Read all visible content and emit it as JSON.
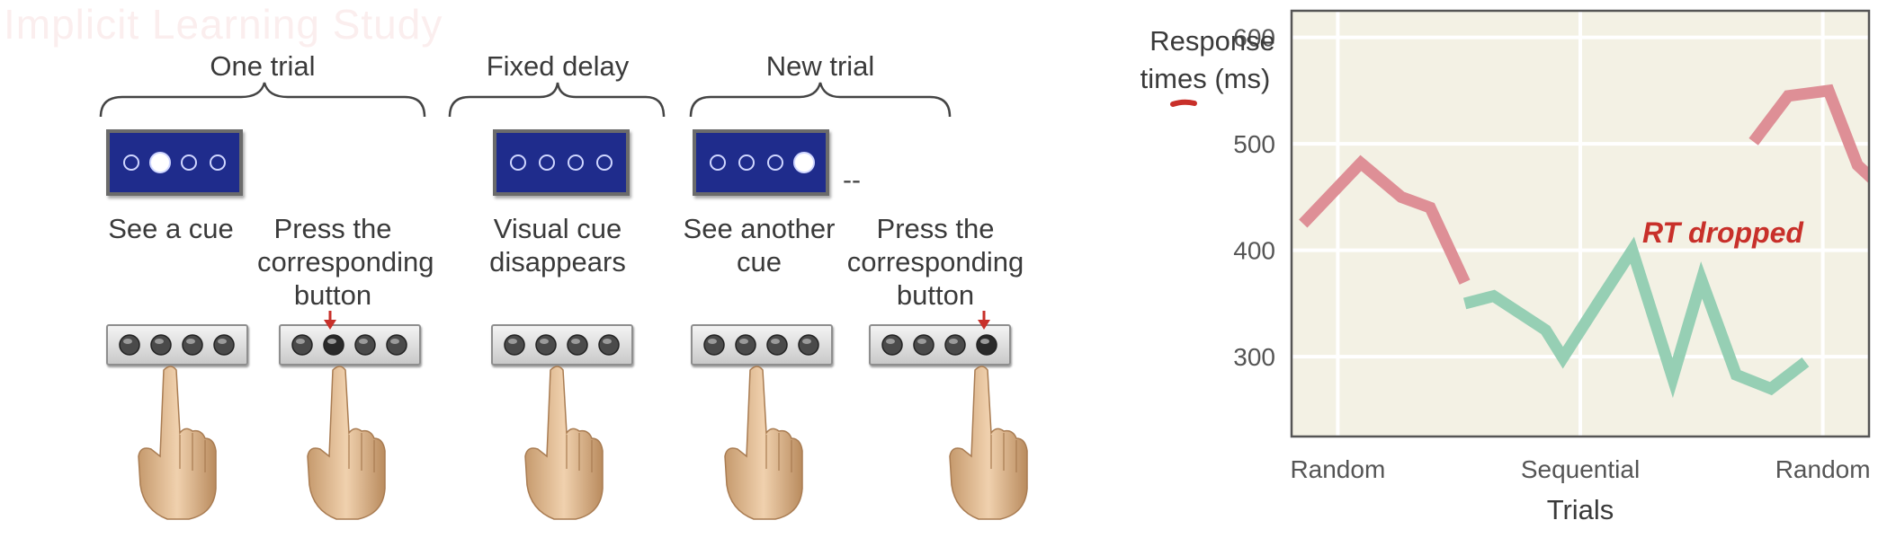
{
  "header": {
    "faded_title": "Implicit Learning Study"
  },
  "diagram": {
    "groups": [
      {
        "label": "One trial"
      },
      {
        "label": "Fixed delay"
      },
      {
        "label": "New trial"
      }
    ],
    "continuation": "--",
    "captions": [
      "See a cue",
      "Press the corresponding button",
      "Visual cue disappears",
      "See another cue",
      "Press the corresponding button"
    ],
    "screens": [
      {
        "active_light": 2
      },
      {
        "active_light": 0
      },
      {
        "active_light": 4
      }
    ],
    "keypads": [
      {
        "pressed_button": 0
      },
      {
        "pressed_button": 2
      },
      {
        "pressed_button": 0
      },
      {
        "pressed_button": 0
      },
      {
        "pressed_button": 4
      }
    ],
    "colors": {
      "screen": "#1f2c8c",
      "arrow": "#c8302a"
    }
  },
  "chart_data": {
    "type": "line",
    "ylabel": "Response times (ms)",
    "xlabel": "Trials",
    "x_tick_labels": [
      "Random",
      "Sequential",
      "Random"
    ],
    "y_ticks": [
      300,
      400,
      500,
      600
    ],
    "ylim": [
      225,
      625
    ],
    "xlim": [
      0,
      100
    ],
    "grid": true,
    "background": "#f3f1e4",
    "annotation": "RT dropped",
    "series": [
      {
        "phase": "Random",
        "color": "#de8f96",
        "points": [
          [
            2,
            425
          ],
          [
            12,
            482
          ],
          [
            19,
            450
          ],
          [
            24,
            440
          ],
          [
            30,
            370
          ]
        ]
      },
      {
        "phase": "Sequential",
        "color": "#96cfb4",
        "points": [
          [
            30,
            350
          ],
          [
            35,
            357
          ],
          [
            44,
            325
          ],
          [
            47,
            299
          ],
          [
            53,
            350
          ],
          [
            59,
            400
          ],
          [
            66,
            280
          ],
          [
            71,
            372
          ],
          [
            77,
            283
          ],
          [
            83,
            270
          ],
          [
            89,
            295
          ]
        ]
      },
      {
        "phase": "Random",
        "color": "#de8f96",
        "points": [
          [
            80,
            502
          ],
          [
            86,
            545
          ],
          [
            93,
            550
          ],
          [
            98,
            480
          ],
          [
            104,
            450
          ]
        ]
      }
    ]
  }
}
